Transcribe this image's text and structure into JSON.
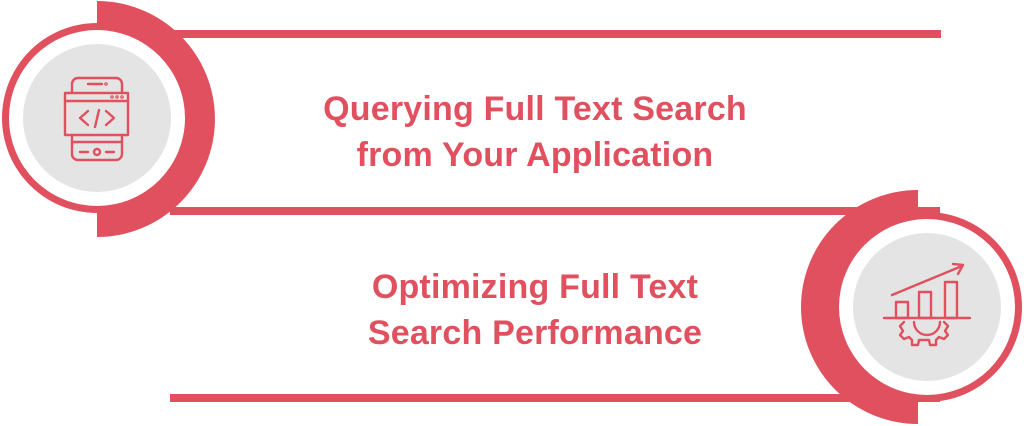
{
  "colors": {
    "accent": "#e0505f",
    "disc": "#e4e4e4",
    "background": "#ffffff"
  },
  "steps": [
    {
      "title_line1": "Querying Full Text Search",
      "title_line2": "from Your Application",
      "icon": "mobile-code-icon"
    },
    {
      "title_line1": "Optimizing Full Text",
      "title_line2": "Search Performance",
      "icon": "chart-gear-performance-icon"
    }
  ]
}
